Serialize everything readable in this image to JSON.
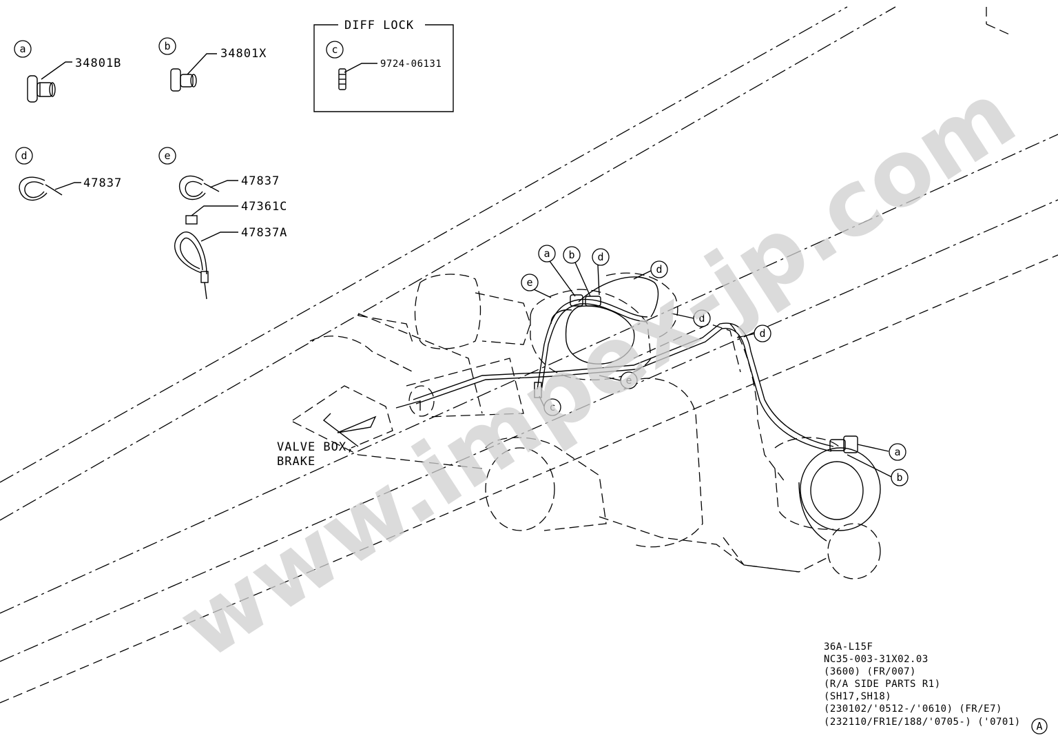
{
  "watermark": "www.impex-jp.com",
  "diff_lock_title": "DIFF LOCK",
  "legend": [
    {
      "key": "a",
      "parts": [
        "34801B"
      ]
    },
    {
      "key": "b",
      "parts": [
        "34801X"
      ]
    },
    {
      "key": "c",
      "parts": [
        "9724-06131"
      ]
    },
    {
      "key": "d",
      "parts": [
        "47837"
      ]
    },
    {
      "key": "e",
      "parts": [
        "47837",
        "47361C",
        "47837A"
      ]
    }
  ],
  "diagram_callouts": [
    "a",
    "b",
    "d",
    "d",
    "e",
    "d",
    "d",
    "e",
    "c",
    "a",
    "b"
  ],
  "label_valve_box": "VALVE BOX,",
  "label_brake": "BRAKE",
  "ref_lines": [
    "36A-L15F",
    "NC35-003-31X02.03",
    "(3600) (FR/007)",
    "(R/A SIDE PARTS R1)",
    "(SH17,SH18)",
    "(230102/'0512-/'0610) (FR/E7)",
    "(232110/FR1E/188/'0705-) ('0701)"
  ],
  "sheet_marker": "A",
  "colors": {
    "line": "#000000",
    "watermark": "#d0d0d0",
    "background": "#ffffff"
  }
}
